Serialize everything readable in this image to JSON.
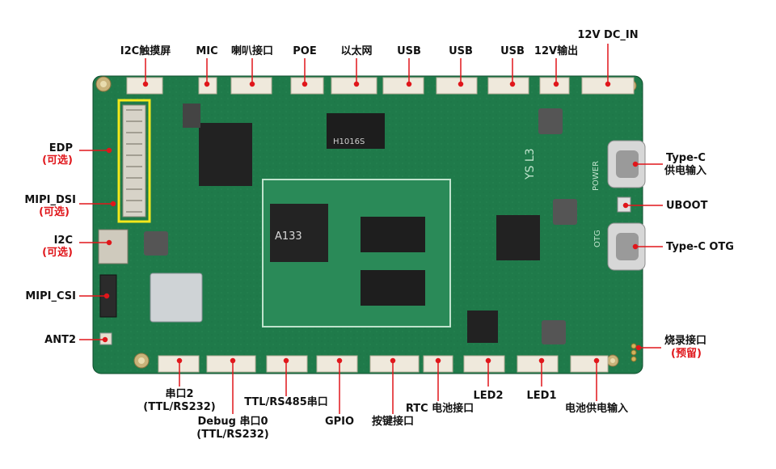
{
  "board": {
    "soc_mark": "A133",
    "module_mark": "H1016S",
    "silk_text": "YS L3",
    "power_text": "POWER",
    "otg_text": "OTG"
  },
  "labels": {
    "top": [
      "I2C触摸屏",
      "MIC",
      "喇叭接口",
      "POE",
      "以太网",
      "USB",
      "USB",
      "USB",
      "12V输出",
      "12V DC_IN"
    ],
    "left": [
      {
        "main": "EDP",
        "sub": "(可选)"
      },
      {
        "main": "MIPI_DSI",
        "sub": "(可选)"
      },
      {
        "main": "I2C",
        "sub": "(可选)"
      },
      {
        "main": "MIPI_CSI"
      },
      {
        "main": "ANT2"
      }
    ],
    "right": [
      {
        "line1": "Type-C",
        "line2": "供电输入"
      },
      {
        "line1": "UBOOT"
      },
      {
        "line1": "Type-C OTG"
      },
      {
        "line1": "烧录接口",
        "line2": "(预留)"
      }
    ],
    "bottom": [
      {
        "line1": "串口2",
        "line2": "(TTL/RS232)"
      },
      {
        "line1": "Debug 串口0",
        "line2": "(TTL/RS232)"
      },
      {
        "line1": "TTL/RS485串口"
      },
      {
        "line1": "GPIO"
      },
      {
        "line1": "按键接口"
      },
      {
        "line1": "RTC 电池接口"
      },
      {
        "line1": "LED2"
      },
      {
        "line1": "LED1"
      },
      {
        "line1": "电池供电输入"
      }
    ]
  },
  "colors": {
    "pcb": "#1f7a4a",
    "pcb_dark": "#16613a",
    "marker": "#e0161b",
    "highlight": "#f3e81b"
  }
}
